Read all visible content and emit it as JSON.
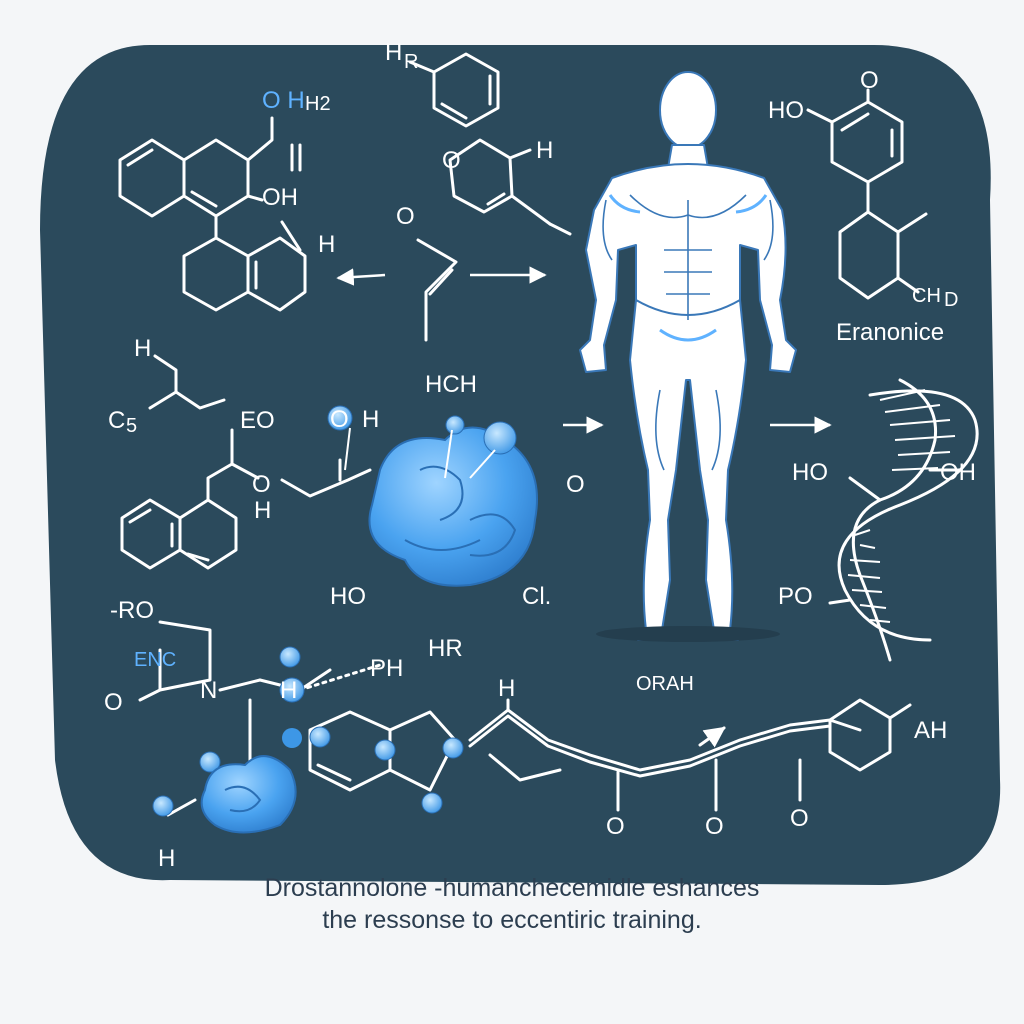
{
  "diagram": {
    "labels": {
      "top_ring_h": "H",
      "top_ring_r": "R",
      "left_o_h2": "O H",
      "left_o_h2_sub": "H2",
      "left_oh": "OH",
      "left_h": "H",
      "furan_o": "O",
      "furan_h": "H",
      "chain_o": "O",
      "right_ho": "HO",
      "right_o": "O",
      "right_ch": "CH",
      "right_ch_sub": "D",
      "right_name": "Eranonice",
      "side_h": "H",
      "side_c": "C",
      "side_c_sub": "5",
      "mid_eo": "EO",
      "mid_o": "O",
      "mid_h": "H",
      "hch": "HCH",
      "protein_o": "O",
      "protein_h": "H",
      "protein_right_o": "O",
      "ho_left": "HO",
      "cl": "Cl.",
      "hr": "HR",
      "dna_ho": "HO",
      "dna_oh": "OH",
      "dna_po": "PO",
      "orah": "ORAH",
      "ro": "-RO",
      "enc": "ENC",
      "o_left": "O",
      "n_label": "N",
      "ph": "PH",
      "h_center": "H",
      "chain_h": "H",
      "chain_o1": "O",
      "chain_o2": "O",
      "chain_o3": "O",
      "ah": "AH",
      "bottom_h": "H"
    },
    "caption_line1": "Drostannolone -humanchecemidle eshances",
    "caption_line2": "the ressonse  to eccentiric training.",
    "colors": {
      "panel": "#2b4a5c",
      "accent": "#5fb2ff",
      "line": "#ffffff",
      "caption": "#2c3e50"
    }
  }
}
